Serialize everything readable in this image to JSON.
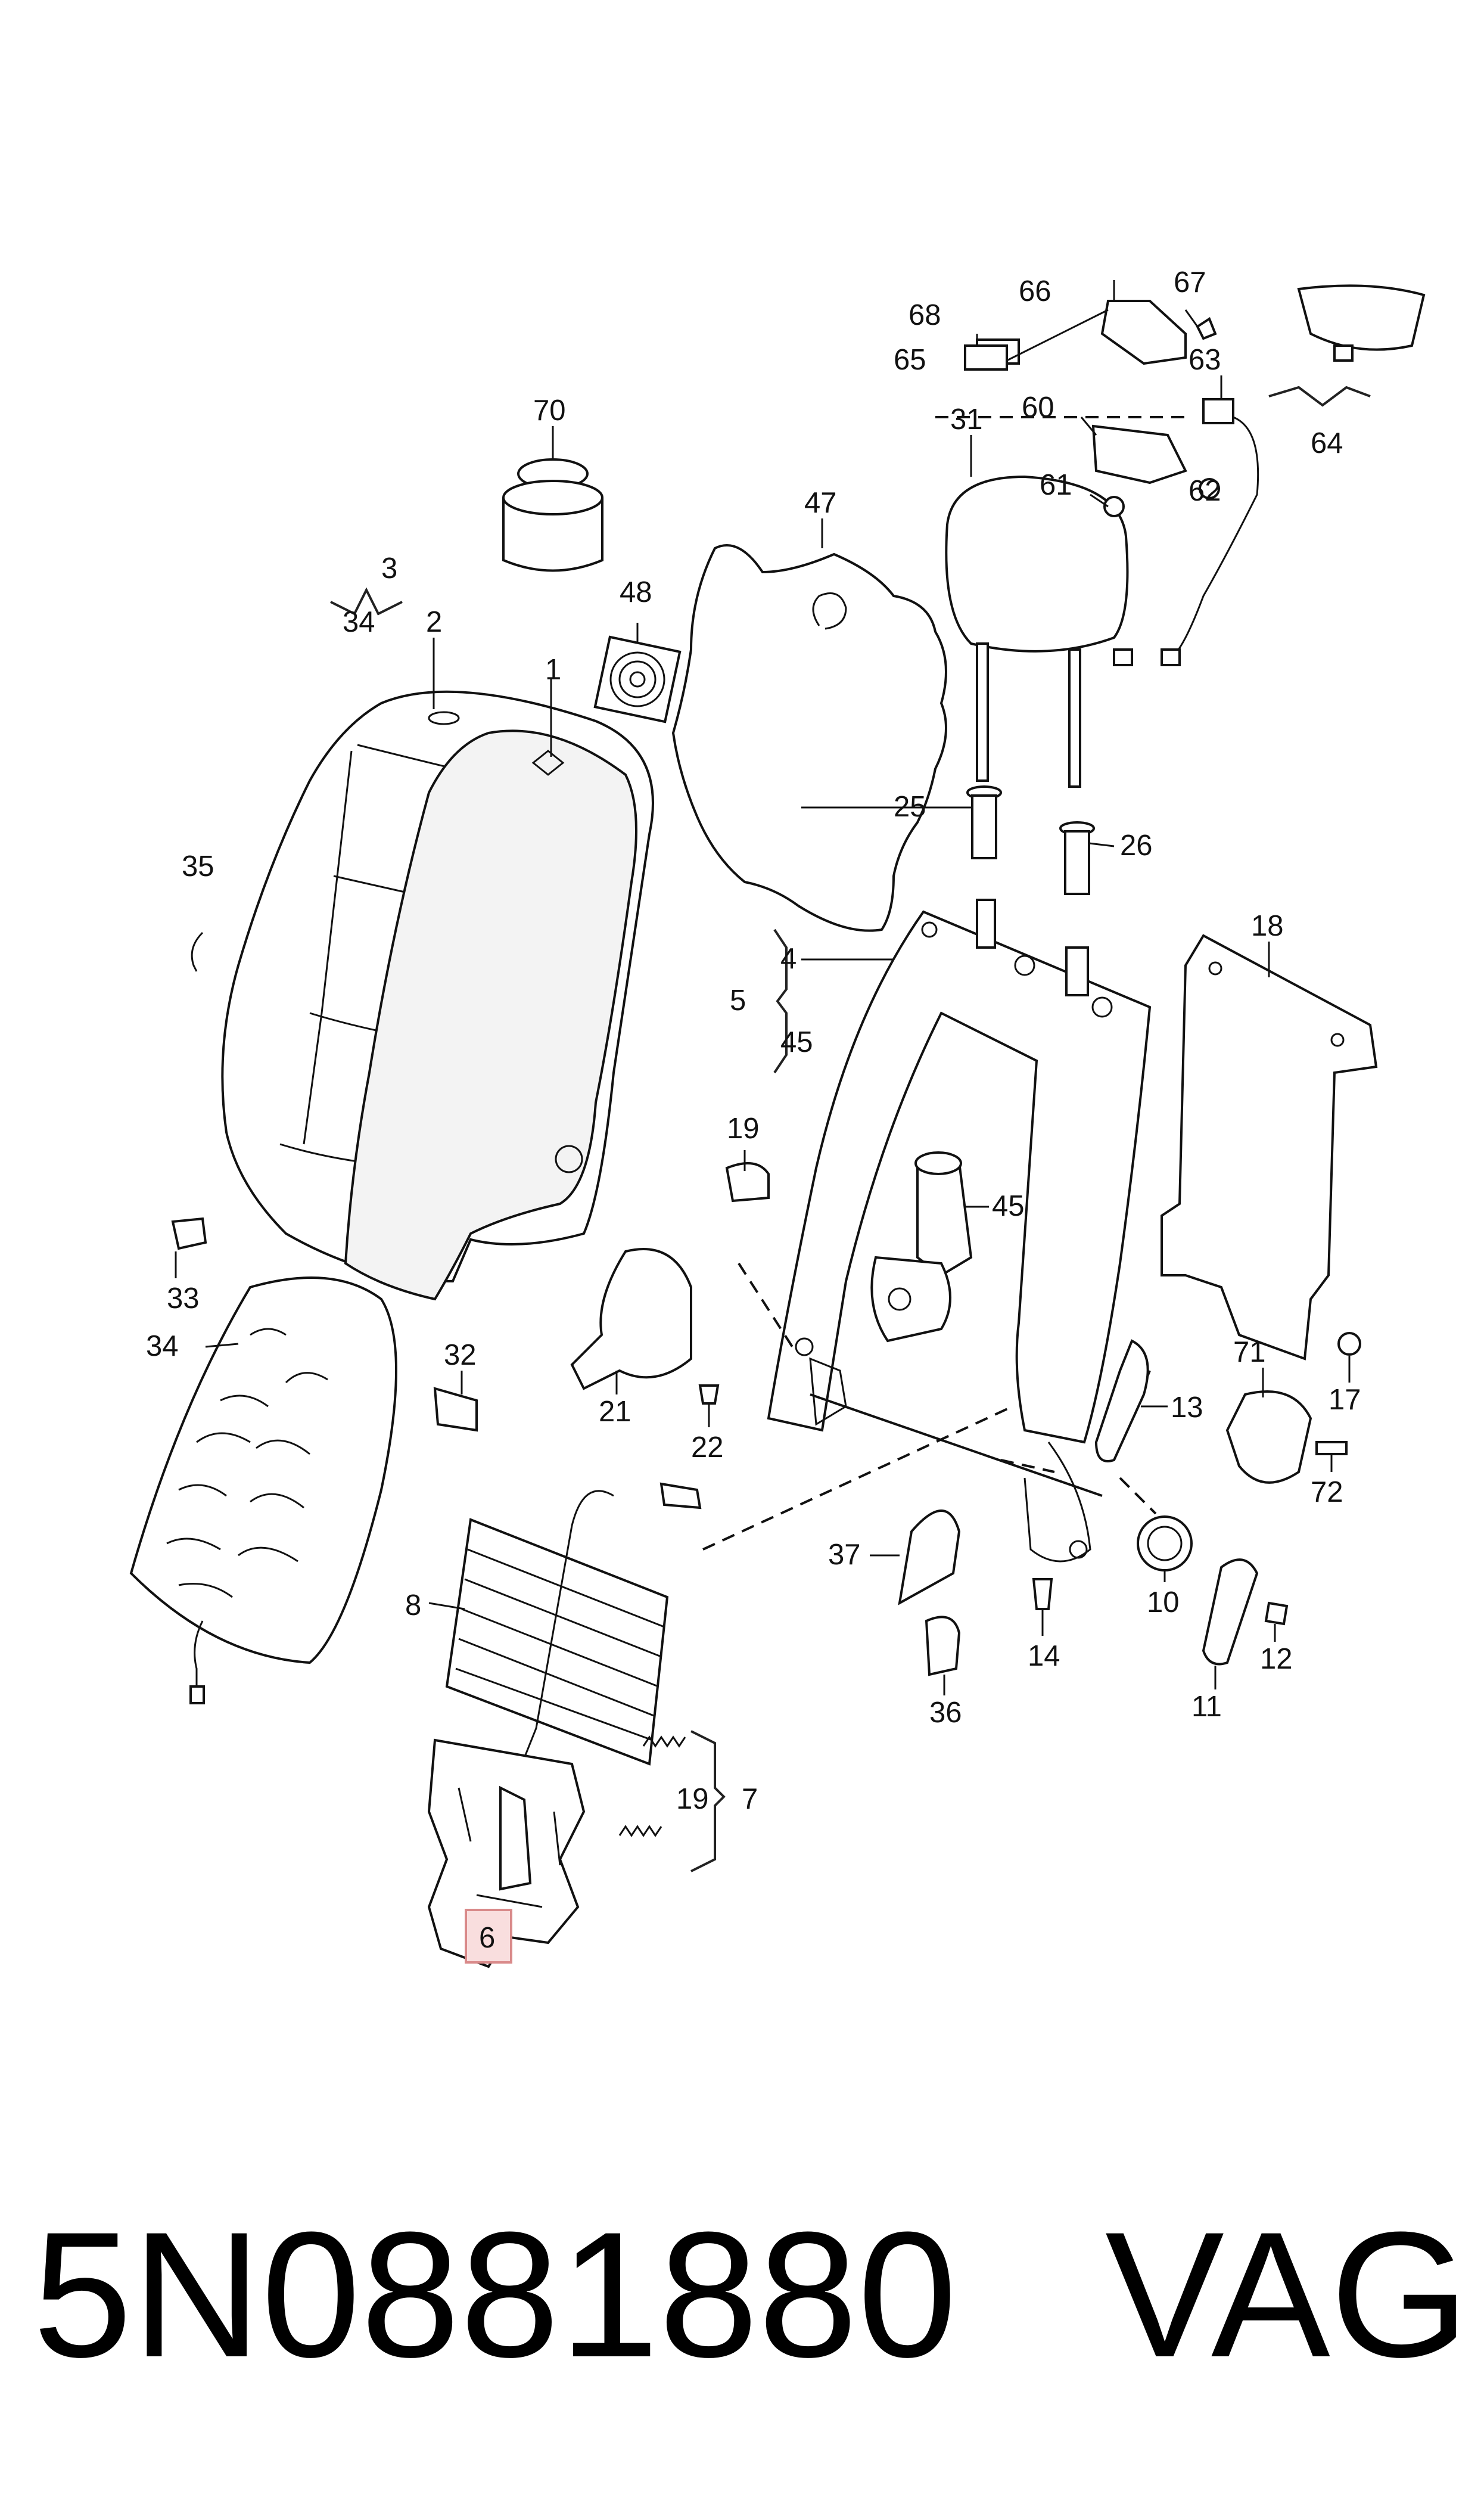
{
  "diagram": {
    "labels": {
      "l1": "1",
      "l2": "2",
      "l3": "3",
      "l34a": "34",
      "l35": "35",
      "l70": "70",
      "l48": "48",
      "l47": "47",
      "l31": "31",
      "l66": "66",
      "l67": "67",
      "l68": "68",
      "l65": "65",
      "l63": "63",
      "l60": "60",
      "l61": "61",
      "l62": "62",
      "l64": "64",
      "l25": "25",
      "l26": "26",
      "l18": "18",
      "l4": "4",
      "l5": "5",
      "l45a": "45",
      "l19a": "19",
      "l45b": "45",
      "l33": "33",
      "l34b": "34",
      "l32": "32",
      "l21": "21",
      "l22": "22",
      "l13": "13",
      "l71": "71",
      "l17": "17",
      "l72": "72",
      "l8": "8",
      "l37": "37",
      "l14": "14",
      "l10": "10",
      "l11": "11",
      "l12": "12",
      "l36": "36",
      "l19b": "19",
      "l7": "7",
      "l6": "6"
    },
    "highlighted_part": "6"
  },
  "footer": {
    "part_number": "5N0881880",
    "brand": "VAG"
  }
}
